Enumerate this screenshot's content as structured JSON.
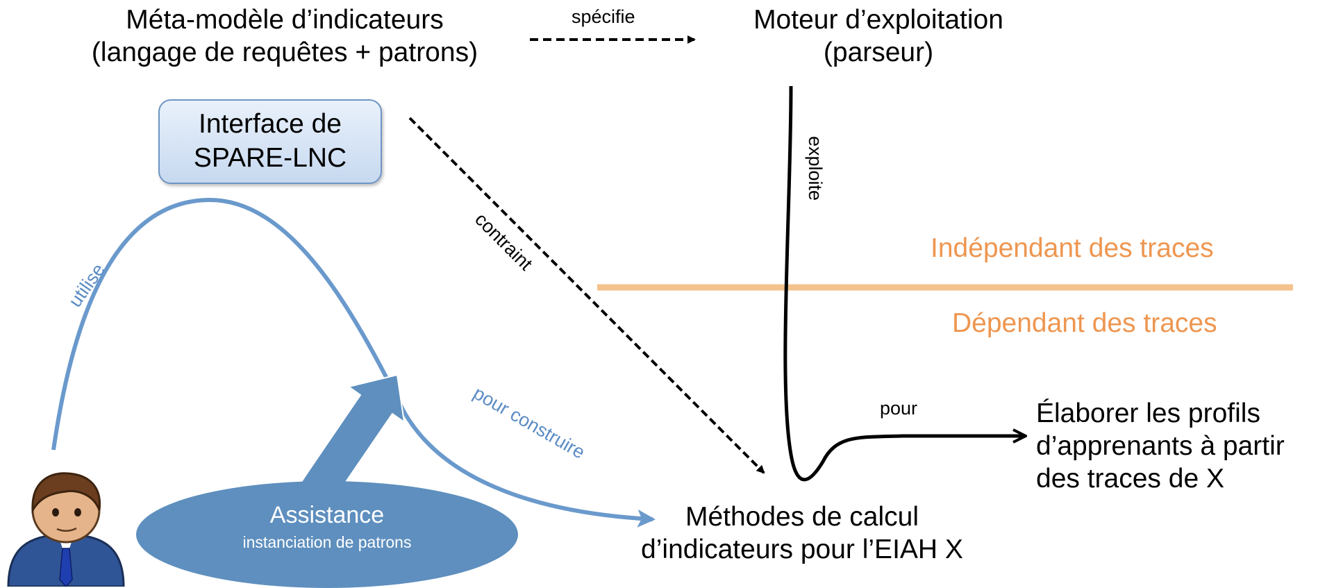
{
  "nodes": {
    "meta_model": {
      "line1": "Méta-modèle d’indicateurs",
      "line2": "(langage de requêtes + patrons)"
    },
    "engine": {
      "line1": "Moteur d’exploitation",
      "line2": "(parseur)"
    },
    "interface": {
      "line1": "Interface de",
      "line2": "SPARE-LNC"
    },
    "methods": {
      "line1": "Méthodes de calcul",
      "line2": "d’indicateurs pour l’EIAH X"
    },
    "profiles": {
      "line1": "Élaborer les profils",
      "line2": "d’apprenants à partir",
      "line3": "des traces de X"
    },
    "assistance": {
      "title": "Assistance",
      "subtitle": "instanciation de patrons"
    }
  },
  "edges": {
    "specifie": "spécifie",
    "contraint": "contraint",
    "exploite": "exploite",
    "pour": "pour",
    "utilise": "utilise",
    "pour_construire": "pour construire"
  },
  "zones": {
    "independent": "Indépendant des traces",
    "dependent": "Dépendant des traces"
  },
  "colors": {
    "blue_curve": "#6a99cc",
    "orange_separator": "#f4c28c",
    "orange_text": "#ee9650",
    "assistance_fill": "#5e8fbe",
    "black": "#000000"
  },
  "icons": [
    "user-avatar-icon",
    "assistance-arrow-icon"
  ]
}
